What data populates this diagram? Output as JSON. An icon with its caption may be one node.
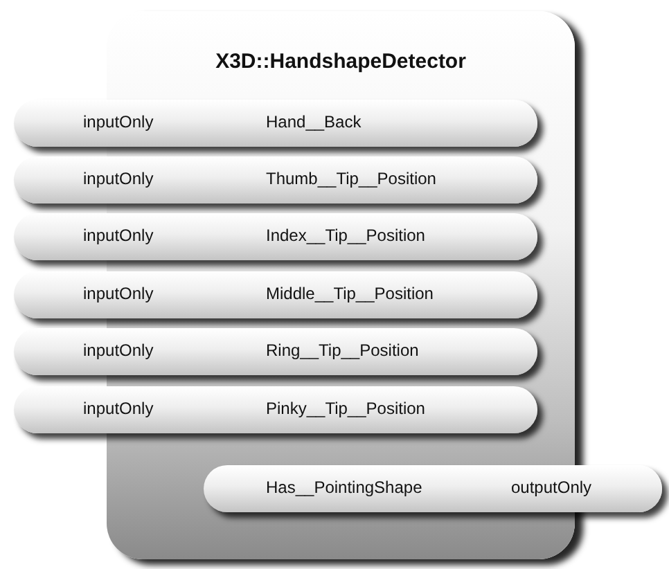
{
  "diagram": {
    "nodes": [
      {
        "text": [
          "X3D::HandshapeDetector"
        ]
      },
      {
        "text": [
          "inputOnly",
          "Hand__Back"
        ]
      },
      {
        "text": [
          "inputOnly",
          "Thumb__Tip__Position"
        ]
      },
      {
        "text": [
          "inputOnly",
          "Index__Tip__Position"
        ]
      },
      {
        "text": [
          "inputOnly",
          "Middle__Tip__Position"
        ]
      },
      {
        "text": [
          "inputOnly",
          "Ring__Tip__Position"
        ]
      },
      {
        "text": [
          "inputOnly",
          "Pinky__Tip__Position"
        ]
      },
      {
        "text": [
          "Has__PointingShape",
          "outputOnly"
        ]
      }
    ]
  }
}
